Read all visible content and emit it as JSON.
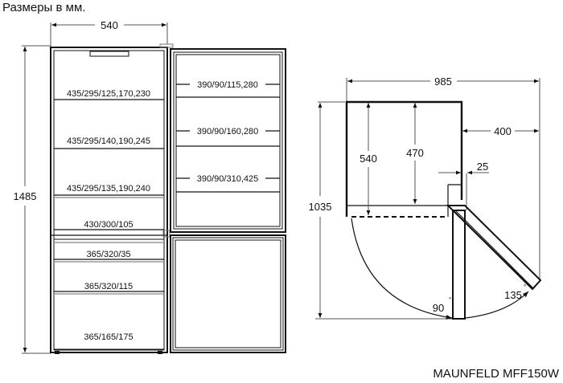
{
  "title": "Размеры в мм.",
  "model": "MAUNFELD MFF150W",
  "front_view": {
    "width_label": "540",
    "height_label": "1485",
    "fridge_shelves": [
      "435/295/125,170,230",
      "435/295/140,190,245",
      "435/295/135,190,240",
      "430/300/105"
    ],
    "door_shelves": [
      "390/90/115,280",
      "390/90/160,280",
      "390/90/310,425"
    ],
    "freezer_drawers": [
      "365/320/35",
      "365/320/115",
      "365/165/175"
    ]
  },
  "top_view": {
    "total_depth_label": "985",
    "door_swing_label": "400",
    "depth_label": "540",
    "inner_depth_label": "470",
    "gap_label": "25",
    "open_depth_label": "1035",
    "angle_90_label": "90",
    "angle_135_label": "135",
    "degree_symbol": "°"
  }
}
